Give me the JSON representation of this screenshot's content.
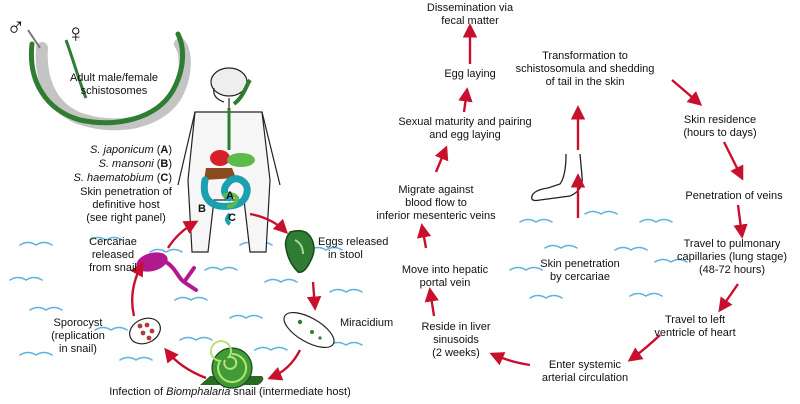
{
  "symbols": {
    "male": "♂",
    "female": "♀"
  },
  "left_panel": {
    "adult_label": [
      "Adult male/female",
      "schistosomes"
    ],
    "species": [
      {
        "name": "S. japonicum",
        "code": "A"
      },
      {
        "name": "S. mansoni",
        "code": "B"
      },
      {
        "name": "S. haematobium",
        "code": "C"
      }
    ],
    "body_letters": {
      "a": "A",
      "b": "B",
      "c": "C"
    },
    "skin_penetration": [
      "Skin penetration of",
      "definitive host",
      "(see right panel)"
    ],
    "cercariae": [
      "Cercariae",
      "released",
      "from snail"
    ],
    "eggs": [
      "Eggs released",
      "in stool"
    ],
    "miracidium": "Miracidium",
    "sporocyst": [
      "Sporocyst",
      "(replication",
      "in snail)"
    ],
    "infection": {
      "before": "Infection of ",
      "italic": "Biomphalaria",
      "after": " snail (intermediate host)"
    }
  },
  "right_panel": {
    "dissemination": [
      "Dissemination via",
      "fecal matter"
    ],
    "egg_laying": "Egg laying",
    "sexual_maturity": [
      "Sexual maturity and pairing",
      "and egg laying"
    ],
    "migrate": [
      "Migrate against",
      "blood flow to",
      "inferior mesenteric veins"
    ],
    "hepatic": [
      "Move into hepatic",
      "portal vein"
    ],
    "liver": [
      "Reside in liver",
      "sinusoids",
      "(2 weeks)"
    ],
    "systemic": [
      "Enter systemic",
      "arterial circulation"
    ],
    "ventricle": [
      "Travel to left",
      "ventricle of heart"
    ],
    "pulmonary": [
      "Travel to pulmonary",
      "capillaries (lung stage)",
      "(48-72 hours)"
    ],
    "veins": "Penetration of veins",
    "residence": [
      "Skin residence",
      "(hours to days)"
    ],
    "transformation": [
      "Transformation to",
      "schistosomula and shedding",
      "of tail in the skin"
    ],
    "skin_pen": [
      "Skin penetration",
      "by cercariae"
    ]
  },
  "colors": {
    "arrow": "#c8102e",
    "water": "#5fb3de",
    "worm": "#2e7d32",
    "worm_shadow": "#c4c4c4",
    "cercaria": "#b3198f",
    "egg": "#2e7d32",
    "snail": "#3f9b35",
    "gut_teal": "#1aa0b0",
    "gut_green": "#5dbb4a",
    "liver": "#8a4b1e",
    "stomach": "#d81f2c"
  }
}
